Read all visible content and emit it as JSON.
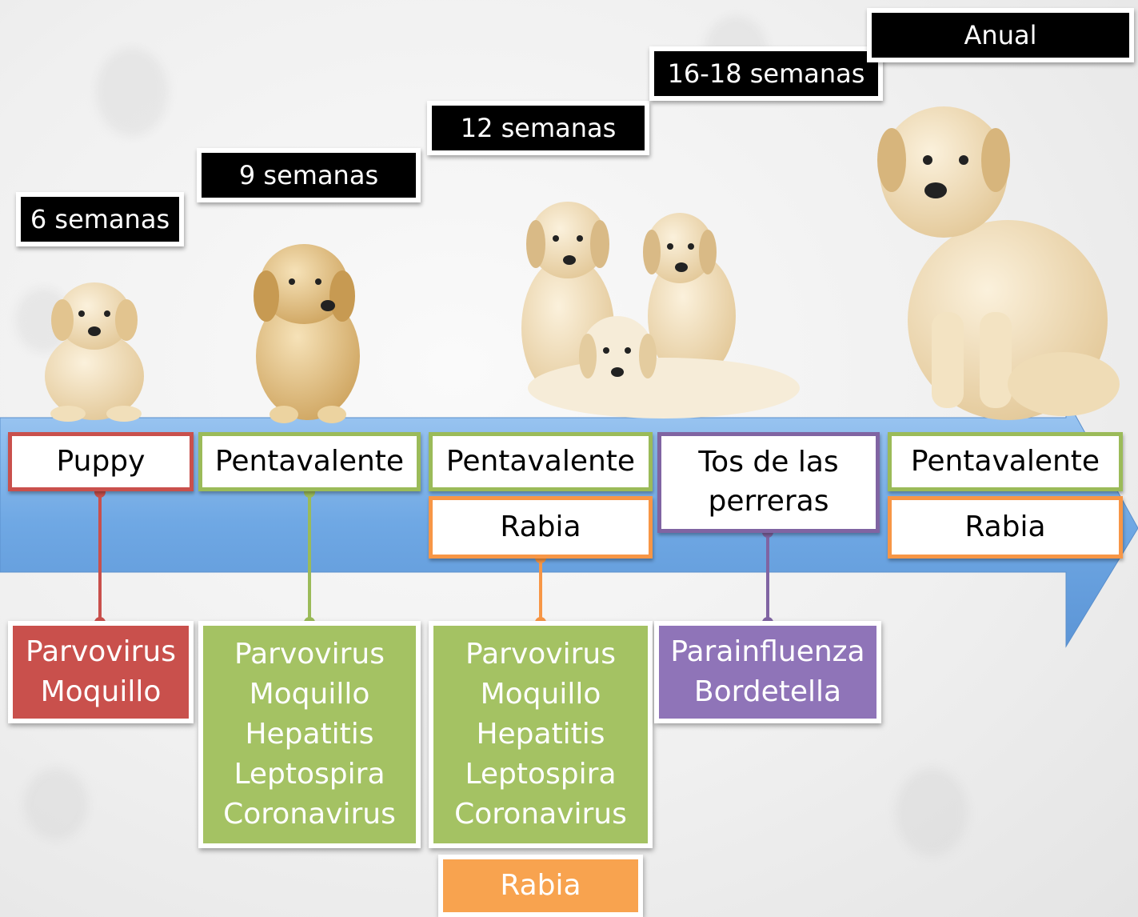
{
  "ages": [
    "6 semanas",
    "9 semanas",
    "12 semanas",
    "16-18 semanas",
    "Anual"
  ],
  "vaccines": {
    "puppy": "Puppy",
    "penta1": "Pentavalente",
    "penta2": "Pentavalente",
    "rabia2": "Rabia",
    "tos": "Tos de las perreras",
    "penta3": "Pentavalente",
    "rabia3": "Rabia"
  },
  "diseases": {
    "puppy": [
      "Parvovirus",
      "Moquillo"
    ],
    "penta1": [
      "Parvovirus",
      "Moquillo",
      "Hepatitis",
      "Leptospira",
      "Coronavirus"
    ],
    "penta2": [
      "Parvovirus",
      "Moquillo",
      "Hepatitis",
      "Leptospira",
      "Coronavirus"
    ],
    "tos": [
      "Parainfluenza",
      "Bordetella"
    ],
    "rabia": "Rabia"
  },
  "colors": {
    "arrow": "#7fb3e8",
    "puppy": "#c9504c",
    "pentavalente": "#9bbb59",
    "rabia": "#f79646",
    "tos": "#8064a2"
  },
  "illustration": "puppies growing into adult labrador retriever"
}
